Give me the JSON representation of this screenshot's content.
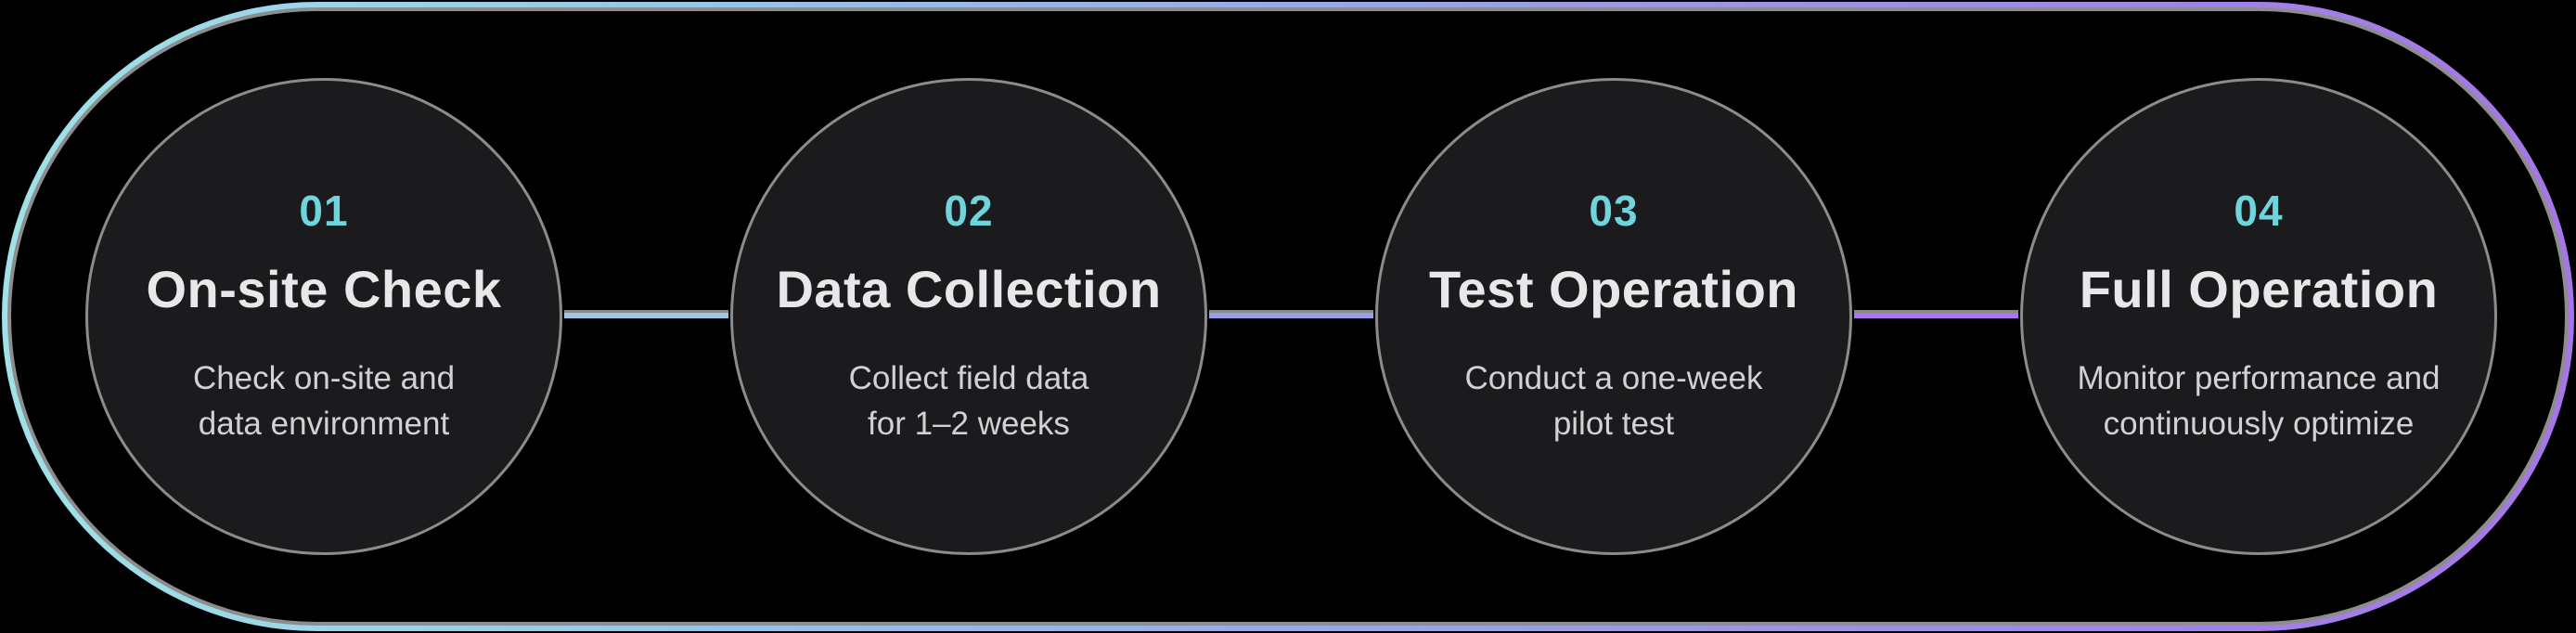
{
  "diagram": {
    "type": "process-flow",
    "steps": [
      {
        "number": "01",
        "title": "On-site Check",
        "desc_line1": "Check on-site and",
        "desc_line2": "data environment"
      },
      {
        "number": "02",
        "title": "Data Collection",
        "desc_line1": "Collect field data",
        "desc_line2": "for 1–2 weeks"
      },
      {
        "number": "03",
        "title": "Test Operation",
        "desc_line1": "Conduct a one-week",
        "desc_line2": "pilot test"
      },
      {
        "number": "04",
        "title": "Full Operation",
        "desc_line1": "Monitor performance and",
        "desc_line2": "continuously optimize"
      }
    ],
    "colors": {
      "background": "#000000",
      "circle_fill": "#1b1b1d",
      "circle_border": "#8c8c8c",
      "step_number_accent": "#6fd4db",
      "title_text": "#e8e8ea",
      "description_text": "#d2d2d5",
      "frame_gradient_start": "#9fe2e8",
      "frame_gradient_mid1": "#92bdea",
      "frame_gradient_mid2": "#9a96e9",
      "frame_gradient_end": "#a675e8",
      "frame_inner_ring": "#8d8d8d",
      "connector_1": "#a3c4e7",
      "connector_2": "#9a9ee9",
      "connector_3": "#a678e8",
      "connector_shadow": "#8a8a8a"
    }
  }
}
